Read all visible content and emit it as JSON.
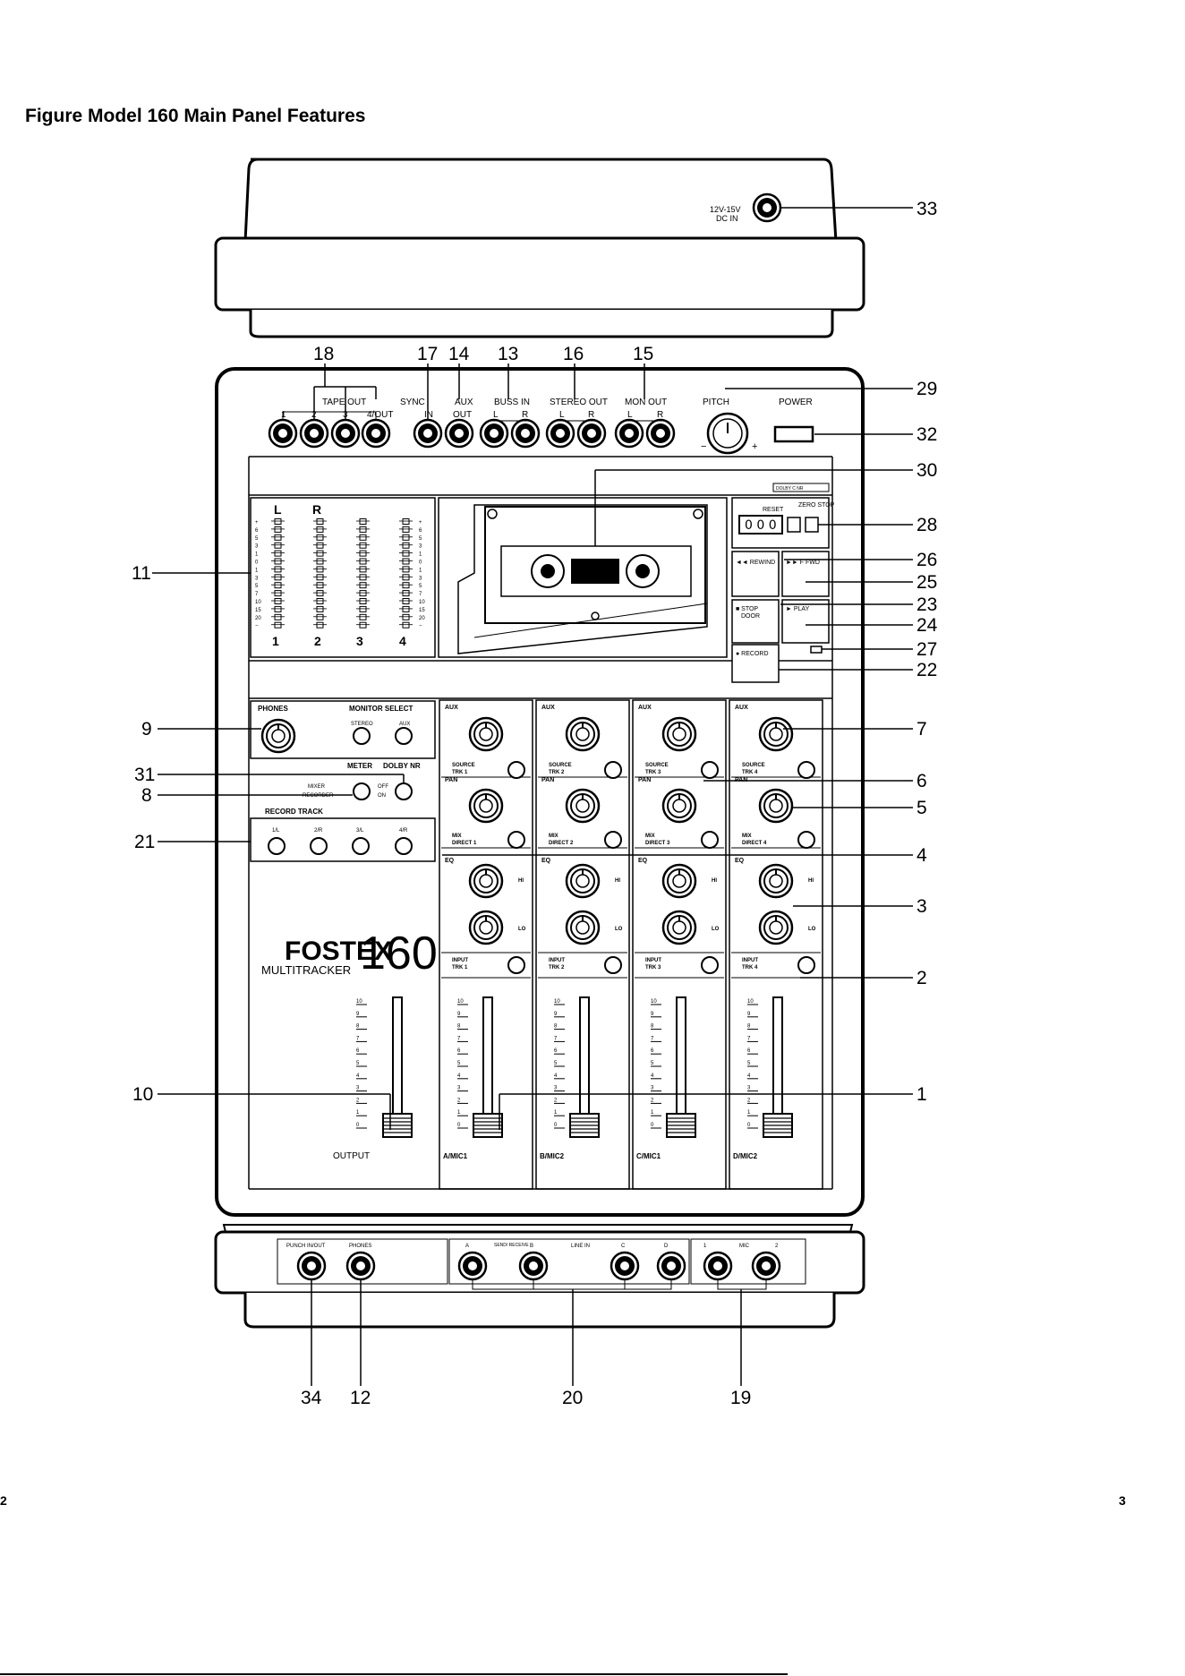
{
  "figure": {
    "title": "Figure Model 160 Main Panel Features",
    "page_left": "2",
    "page_right": "3"
  },
  "callouts": {
    "c1": "1",
    "c2": "2",
    "c3": "3",
    "c4": "4",
    "c5": "5",
    "c6": "6",
    "c7": "7",
    "c8": "8",
    "c9": "9",
    "c10": "10",
    "c11": "11",
    "c12": "12",
    "c13": "13",
    "c14": "14",
    "c15": "15",
    "c16": "16",
    "c17": "17",
    "c18": "18",
    "c19": "19",
    "c20": "20",
    "c21": "21",
    "c22": "22",
    "c23": "23",
    "c24": "24",
    "c25": "25",
    "c26": "26",
    "c27": "27",
    "c28": "28",
    "c29": "29",
    "c30": "30",
    "c31": "31",
    "c32": "32",
    "c33": "33",
    "c34": "34"
  },
  "rear": {
    "dc_in": "DC IN",
    "dc_volt": "12V-15V"
  },
  "top_jacks": {
    "tape_out": "TAPE OUT",
    "sync": "SYNC",
    "out4": "4/OUT",
    "in": "IN",
    "aux": "AUX",
    "out": "OUT",
    "buss_in": "BUSS IN",
    "stereo_out": "STEREO OUT",
    "mon_out": "MON OUT",
    "n1": "1",
    "n2": "2",
    "n3": "3",
    "l": "L",
    "r": "R",
    "pitch": "PITCH",
    "power": "POWER",
    "minus": "−",
    "plus": "+"
  },
  "meter": {
    "L": "L",
    "R": "R",
    "scale": [
      "+",
      "6",
      "5",
      "3",
      "1",
      "0",
      "1",
      "3",
      "5",
      "7",
      "10",
      "15",
      "20",
      "−"
    ],
    "ch": [
      "1",
      "2",
      "3",
      "4"
    ]
  },
  "transport": {
    "dolby": "DOLBY C NR",
    "reset": "RESET",
    "zero_stop": "ZERO STOP",
    "counter": "0 0 0",
    "rewind": "◄◄ REWIND",
    "ffwd": "►► F FWD",
    "stop": "■ STOP",
    "door": "DOOR",
    "play": "► PLAY",
    "record": "● RECORD"
  },
  "left_panel": {
    "phones": "PHONES",
    "monitor_select": "MONITOR SELECT",
    "stereo": "STEREO",
    "aux": "AUX",
    "meter": "METER",
    "dolby_nr": "DOLBY NR",
    "mixer": "MIXER",
    "recorder": "RECORDER",
    "off": "OFF",
    "on": "ON",
    "record_track": "RECORD TRACK",
    "tracks": [
      "1/L",
      "2/R",
      "3/L",
      "4/R"
    ],
    "brand": "FOSTEX",
    "model": "160",
    "multitracker": "MULTITRACKER",
    "output": "OUTPUT"
  },
  "channels": [
    {
      "aux": "AUX",
      "source": "SOURCE",
      "trk": "TRK 1",
      "pan": "PAN",
      "mix": "MIX",
      "direct": "DIRECT 1",
      "eq": "EQ",
      "hi": "HI",
      "lo": "LO",
      "input": "INPUT",
      "trk_in": "TRK 1",
      "name": "A/MIC1"
    },
    {
      "aux": "AUX",
      "source": "SOURCE",
      "trk": "TRK 2",
      "pan": "PAN",
      "mix": "MIX",
      "direct": "DIRECT 2",
      "eq": "EQ",
      "hi": "HI",
      "lo": "LO",
      "input": "INPUT",
      "trk_in": "TRK 2",
      "name": "B/MIC2"
    },
    {
      "aux": "AUX",
      "source": "SOURCE",
      "trk": "TRK 3",
      "pan": "PAN",
      "mix": "MIX",
      "direct": "DIRECT 3",
      "eq": "EQ",
      "hi": "HI",
      "lo": "LO",
      "input": "INPUT",
      "trk_in": "TRK 3",
      "name": "C/MIC1"
    },
    {
      "aux": "AUX",
      "source": "SOURCE",
      "trk": "TRK 4",
      "pan": "PAN",
      "mix": "MIX",
      "direct": "DIRECT 4",
      "eq": "EQ",
      "hi": "HI",
      "lo": "LO",
      "input": "INPUT",
      "trk_in": "TRK 4",
      "name": "D/MIC2"
    }
  ],
  "fader_scale": [
    "10",
    "9",
    "8",
    "7",
    "6",
    "5",
    "4",
    "3",
    "2",
    "1",
    "0"
  ],
  "front": {
    "punch": "PUNCH IN/OUT",
    "phones": "PHONES",
    "a": "A",
    "send_receive": "SEND/ RECEIVE",
    "b": "B",
    "line_in": "LINE IN",
    "c": "C",
    "d": "D",
    "mic": "MIC",
    "m1": "1",
    "m2": "2"
  }
}
